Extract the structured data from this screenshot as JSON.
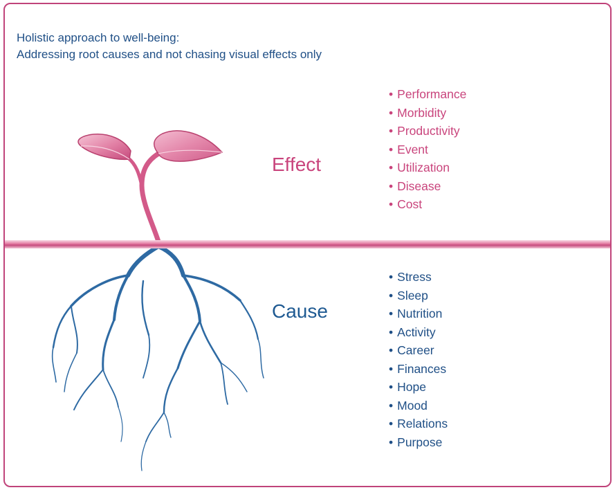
{
  "title": {
    "line1": "Holistic approach to well-being:",
    "line2": "Addressing root causes and not chasing visual effects only"
  },
  "effect": {
    "label": "Effect",
    "items": [
      "Performance",
      "Morbidity",
      "Productivity",
      "Event",
      "Utilization",
      "Disease",
      "Cost"
    ]
  },
  "cause": {
    "label": "Cause",
    "items": [
      "Stress",
      "Sleep",
      "Nutrition",
      "Activity",
      "Career",
      "Finances",
      "Hope",
      "Mood",
      "Relations",
      "Purpose"
    ]
  },
  "colors": {
    "effect": "#c9447c",
    "cause": "#1f5a92",
    "title": "#1f4f86",
    "border": "#c0437a"
  },
  "icons": [
    "plant-sprout-icon",
    "roots-icon"
  ]
}
